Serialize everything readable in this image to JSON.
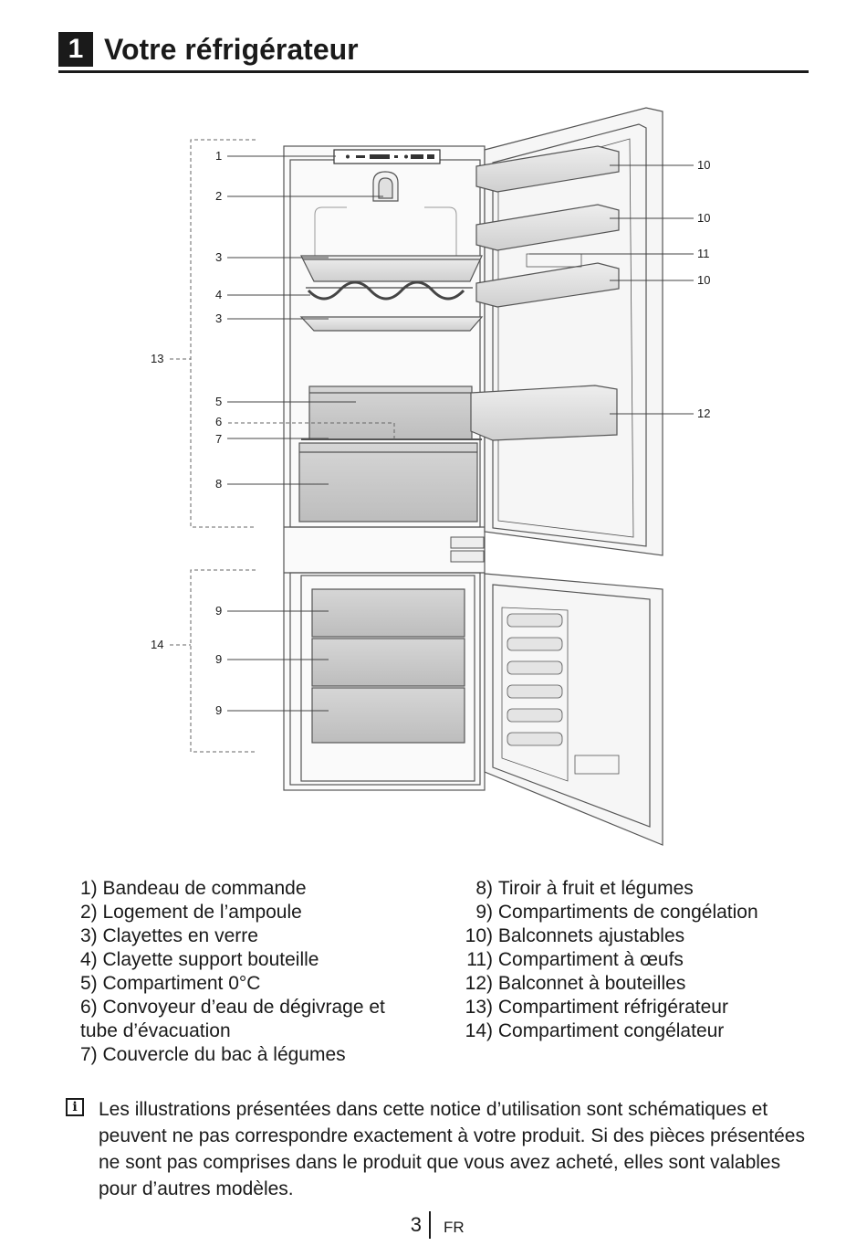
{
  "header": {
    "section_number": "1",
    "title": "Votre réfrigérateur"
  },
  "diagram": {
    "callouts": {
      "c1": "1",
      "c2": "2",
      "c3a": "3",
      "c4": "4",
      "c3b": "3",
      "c5": "5",
      "c6": "6",
      "c7": "7",
      "c8": "8",
      "c9a": "9",
      "c9b": "9",
      "c9c": "9",
      "c10a": "10",
      "c10b": "10",
      "c11": "11",
      "c10c": "10",
      "c12": "12",
      "c13": "13",
      "c14": "14"
    }
  },
  "legend": {
    "left": [
      "1) Bandeau de commande",
      "2) Logement de l’ampoule",
      "3) Clayettes en verre",
      "4) Clayette support bouteille",
      "5) Compartiment 0°C",
      "6) Convoyeur d’eau de dégivrage et tube d’évacuation",
      "7) Couvercle du bac à légumes"
    ],
    "right": [
      {
        "num": "8)",
        "label": "Tiroir à fruit et légumes"
      },
      {
        "num": "9)",
        "label": "Compartiments de congélation"
      },
      {
        "num": "10)",
        "label": "Balconnets ajustables"
      },
      {
        "num": "11)",
        "label": "Compartiment à œufs"
      },
      {
        "num": "12)",
        "label": "Balconnet à bouteilles"
      },
      {
        "num": "13)",
        "label": "Compartiment réfrigérateur"
      },
      {
        "num": "14)",
        "label": "Compartiment congélateur"
      }
    ]
  },
  "note": {
    "icon": "info-icon",
    "text": "Les illustrations présentées dans cette notice d’utilisation sont schématiques et peuvent ne pas correspondre exactement à votre produit. Si des pièces présentées ne sont pas comprises dans le produit que vous avez acheté, elles sont valables pour d’autres modèles."
  },
  "footer": {
    "page": "3",
    "lang": "FR"
  }
}
